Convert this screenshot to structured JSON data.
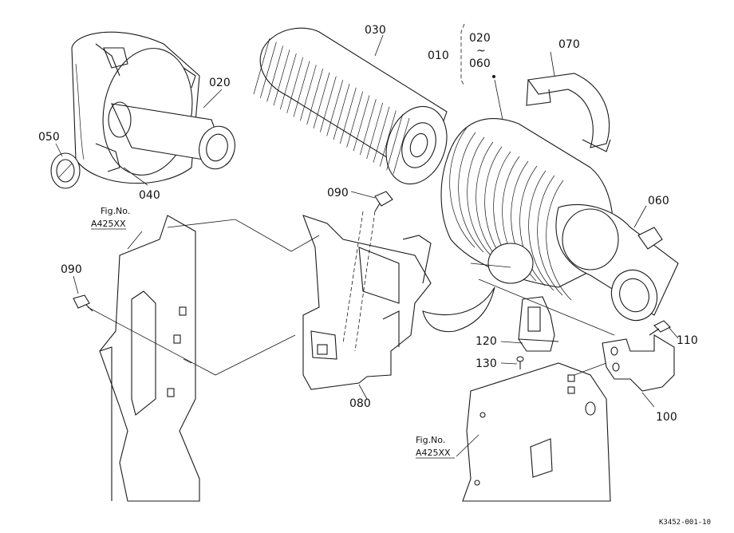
{
  "diagram": {
    "part_labels": {
      "p010": "010",
      "p020": "020",
      "p020b": "020",
      "p030": "030",
      "p040": "040",
      "p050": "050",
      "p060": "060",
      "p060b": "060",
      "p070": "070",
      "p080": "080",
      "p090a": "090",
      "p090b": "090",
      "p100": "100",
      "p110": "110",
      "p120": "120",
      "p130": "130"
    },
    "range_tilde": "~",
    "fig_refs": [
      {
        "line1": "Fig.No.",
        "line2": "A425XX"
      },
      {
        "line1": "Fig.No.",
        "line2": "A425XX"
      }
    ],
    "drawing_code": "K3452-001-10"
  }
}
